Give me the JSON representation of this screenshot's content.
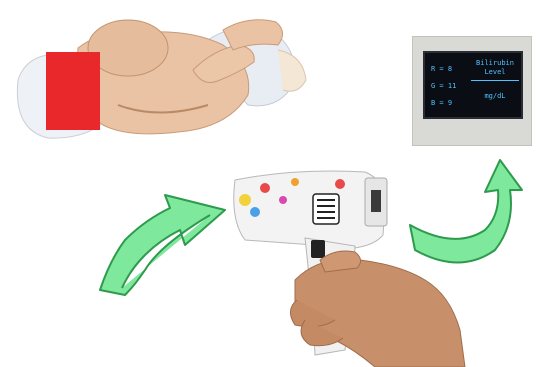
{
  "display": {
    "r_line": "R = 8",
    "g_line": "G = 11",
    "b_line": "B = 9",
    "title_line1": "Bilirubin",
    "title_line2": "Level",
    "unit": "mg/dL"
  },
  "colors": {
    "sensor_patch": "#e8282a",
    "arrow_fill": "#7ee89c",
    "arrow_stroke": "#2e9a4e",
    "display_text": "#4fc3ff"
  }
}
